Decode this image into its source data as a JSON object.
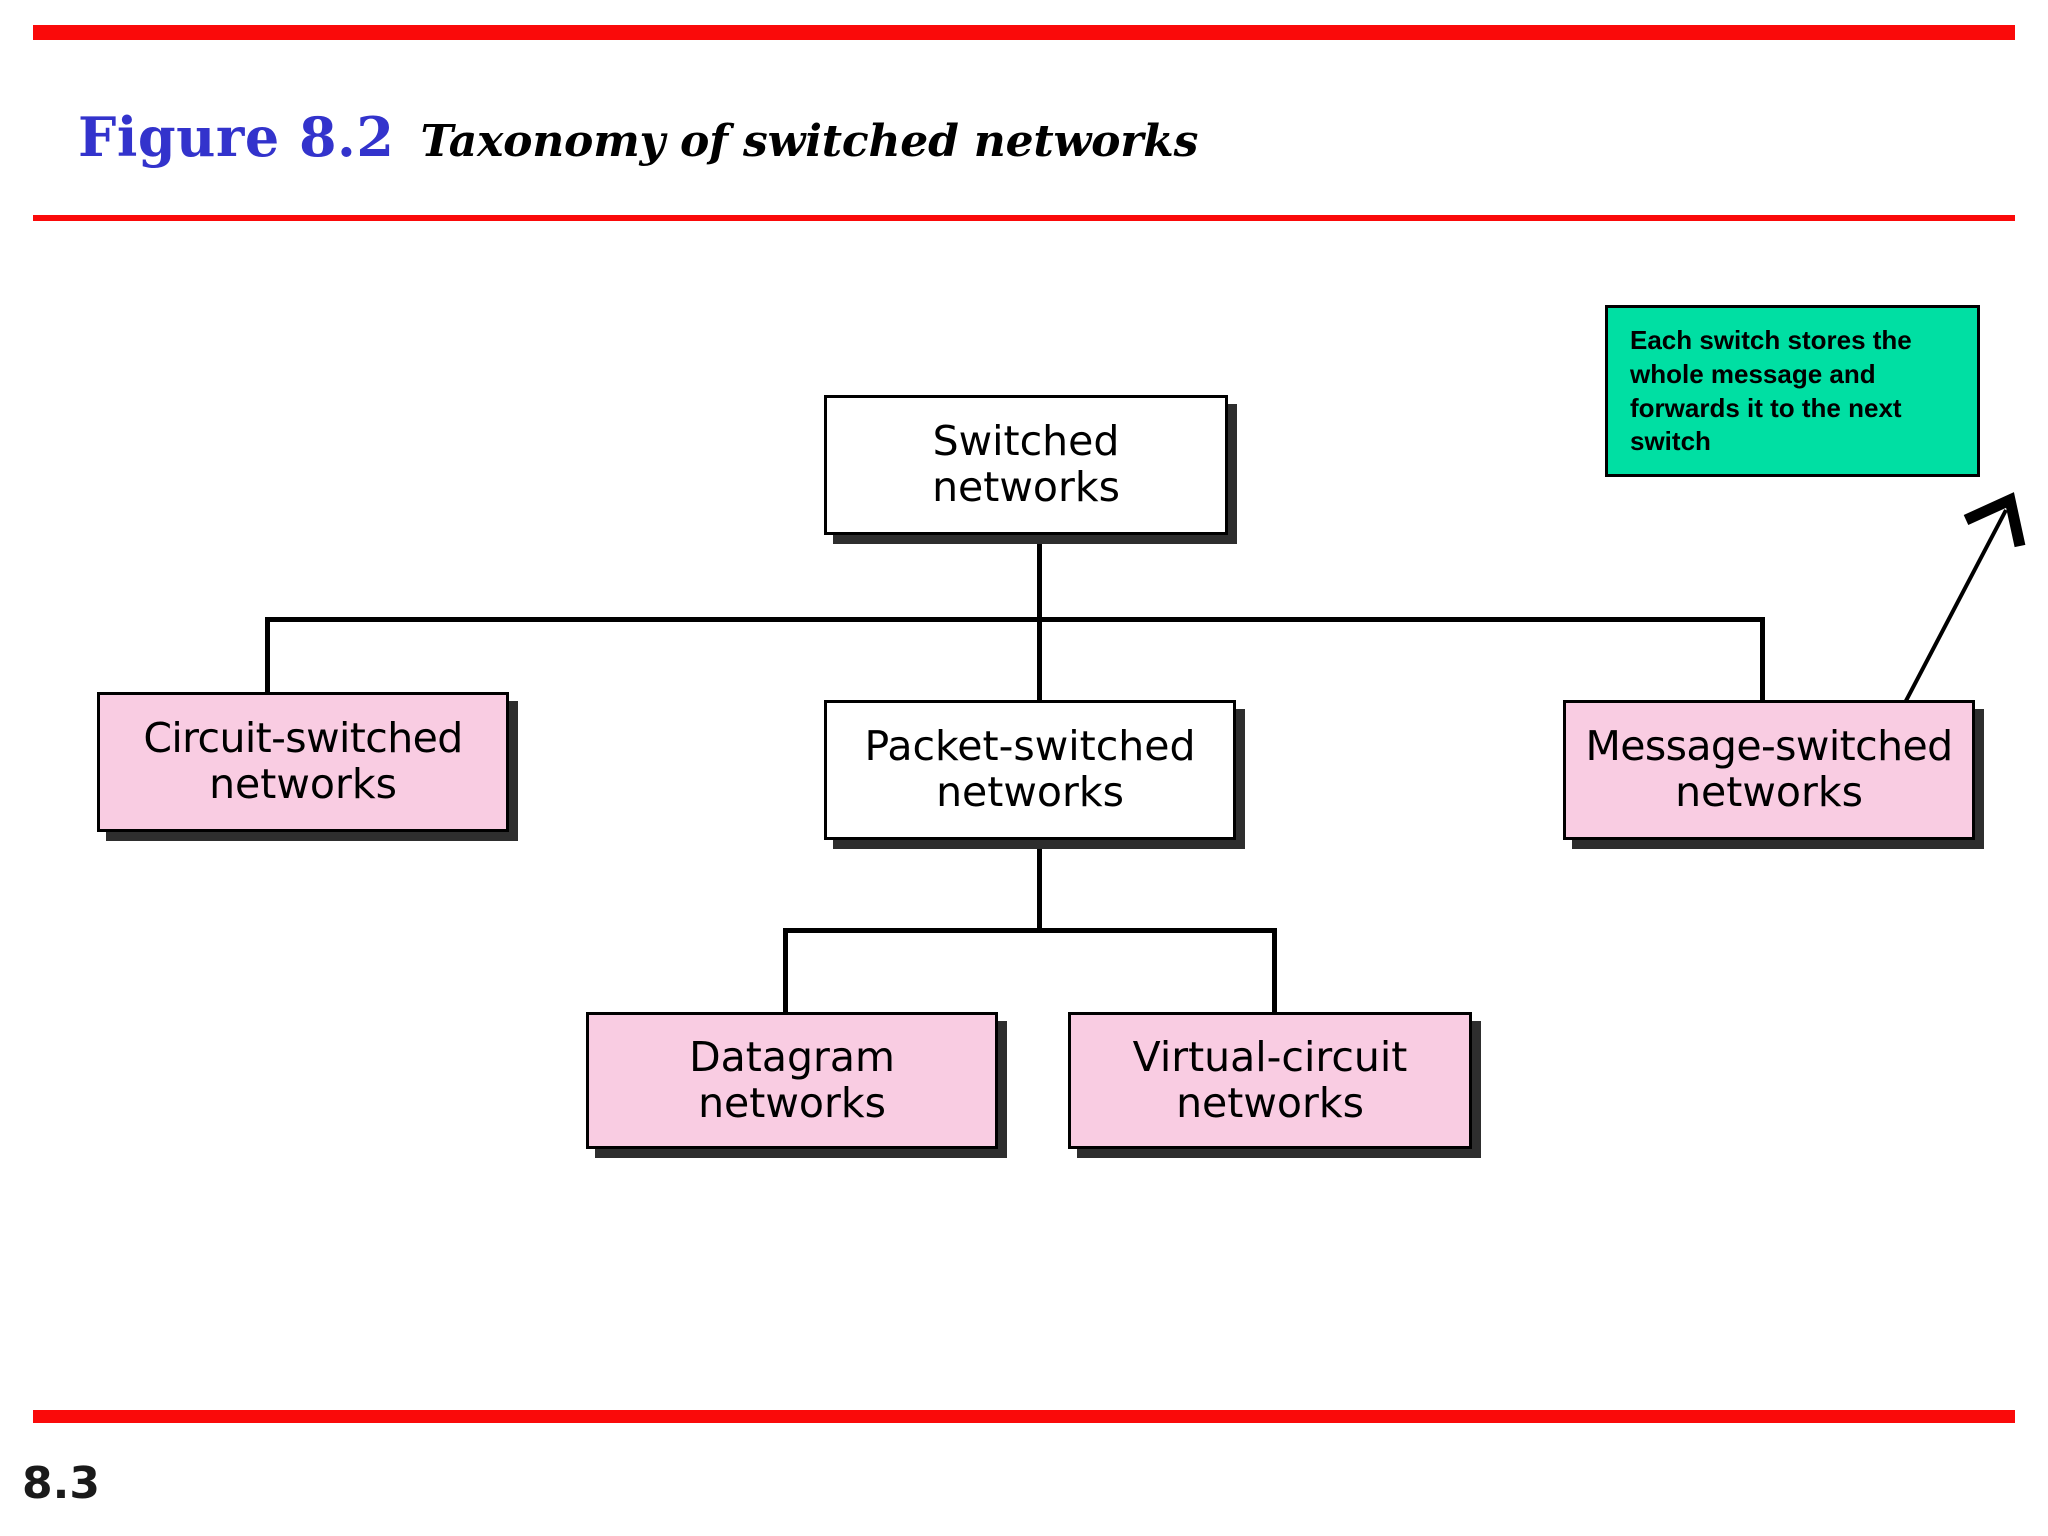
{
  "page": {
    "number": "8.3",
    "background_color": "#ffffff",
    "rule_color": "#FA0A0A"
  },
  "title": {
    "figure_label": "Figure 8.2",
    "figure_label_color": "#3333CC",
    "caption": "Taxonomy of switched networks",
    "caption_color": "#000000"
  },
  "diagram": {
    "type": "tree",
    "node_fill_white": "#ffffff",
    "node_fill_pink": "#F9CCE2",
    "node_border_color": "#000000",
    "node_shadow_color": "#2e2e2e",
    "nodes": {
      "root": {
        "line1": "Switched",
        "line2": "networks",
        "fill": "white"
      },
      "circuit": {
        "line1": "Circuit-switched",
        "line2": "networks",
        "fill": "pink"
      },
      "packet": {
        "line1": "Packet-switched",
        "line2": "networks",
        "fill": "white"
      },
      "message": {
        "line1": "Message-switched",
        "line2": "networks",
        "fill": "pink"
      },
      "datagram": {
        "line1": "Datagram",
        "line2": "networks",
        "fill": "pink"
      },
      "virtual": {
        "line1": "Virtual-circuit",
        "line2": "networks",
        "fill": "pink"
      }
    }
  },
  "note": {
    "text": "Each switch stores the whole message and forwards it  to the next switch",
    "fill_color": "#00DFA3",
    "border_color": "#000000",
    "text_color": "#000000",
    "points_to": "message"
  }
}
